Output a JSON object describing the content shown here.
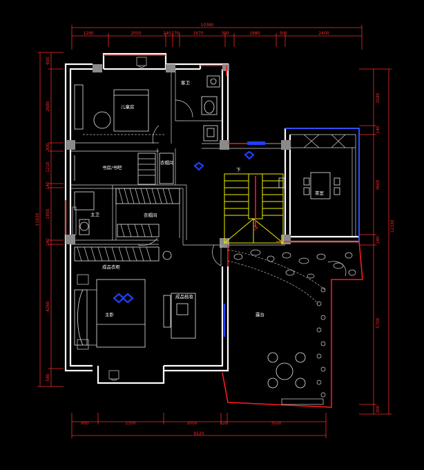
{
  "colors": {
    "background": "#000000",
    "wall": "#ffffff",
    "dimension": "#ff2a2a",
    "stair": "#f2f200",
    "door_marker": "#2040ff",
    "column": "#8a8a8a"
  },
  "dimensions": {
    "top_total": "10380",
    "top_segments": [
      "1290",
      "2050",
      "240",
      "270",
      "1670",
      "300",
      "1980",
      "300",
      "2400"
    ],
    "bottom_total": "9120",
    "bottom_segments": [
      "950",
      "2350",
      "2050",
      "220",
      "3520"
    ],
    "left_total": "11920",
    "left_segments": [
      "600",
      "2680",
      "300",
      "1210",
      "140",
      "1950",
      "140",
      "4260",
      "580"
    ],
    "right_total": "12330",
    "right_segments": [
      "2580",
      "140",
      "3600",
      "140",
      "5700",
      "300"
    ]
  },
  "rooms": {
    "children_room": "儿童房",
    "guest_bath": "客卫",
    "cloakroom": "衣帽间",
    "study": "书房/书吧",
    "master_bath": "主卫",
    "walk_in_closet": "衣帽间",
    "wardrobe": "成品衣柜",
    "master_bedroom": "主卧",
    "dresser": "成品梳妆",
    "tea_room": "茶室",
    "terrace": "露台",
    "stair_down": "下"
  }
}
